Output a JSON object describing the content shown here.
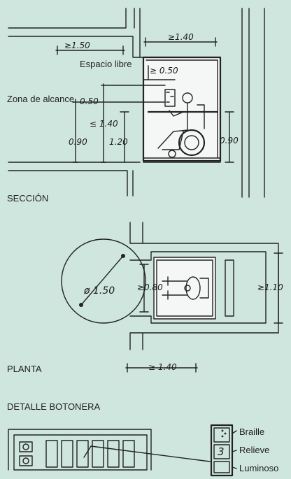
{
  "section": {
    "title": "SECCIÓN",
    "labels": {
      "espacio_libre": "Espacio libre",
      "zona_alcance": "Zona de alcance"
    },
    "dims": {
      "d_150": "≥1.50",
      "d_140": "≥1.40",
      "d_050_top": "≥ 0.50",
      "d_050": "0.50",
      "d_140_reach": "≤ 1.40",
      "d_090_left": "0.90",
      "d_120": "1.20",
      "d_090_right": "0.90"
    }
  },
  "plan": {
    "title": "PLANTA",
    "dims": {
      "diameter": "ø 1.50",
      "d_080": "≥0.80",
      "d_110": "≥1.10",
      "d_140": "≥ 1.40"
    }
  },
  "panel": {
    "title": "DETALLE BOTONERA",
    "button_number": "3",
    "labels": [
      "Braille",
      "Relieve",
      "Luminoso"
    ]
  },
  "colors": {
    "background": "#cfe6de",
    "ink": "#222222"
  }
}
